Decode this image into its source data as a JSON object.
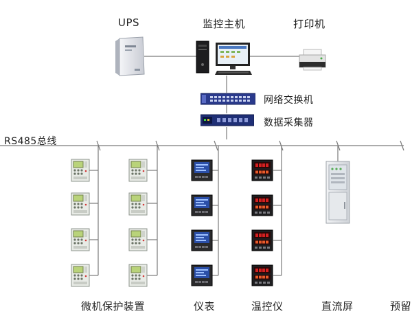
{
  "top": {
    "ups_label": "UPS",
    "host_label": "监控主机",
    "printer_label": "打印机"
  },
  "network": {
    "switch_label": "网络交换机",
    "collector_label": "数据采集器"
  },
  "bus": {
    "label": "RS485总线"
  },
  "groups": {
    "protection_label": "微机保护装置",
    "meter_label": "仪表",
    "thermo_label": "温控仪",
    "dc_screen_label": "直流屏",
    "reserved_label": "预留"
  },
  "colors": {
    "line": "#7a7a7a",
    "device_body": "#e9ebe8",
    "meter_screen": "#2b4fa8",
    "thermo_display": "#d42020"
  }
}
